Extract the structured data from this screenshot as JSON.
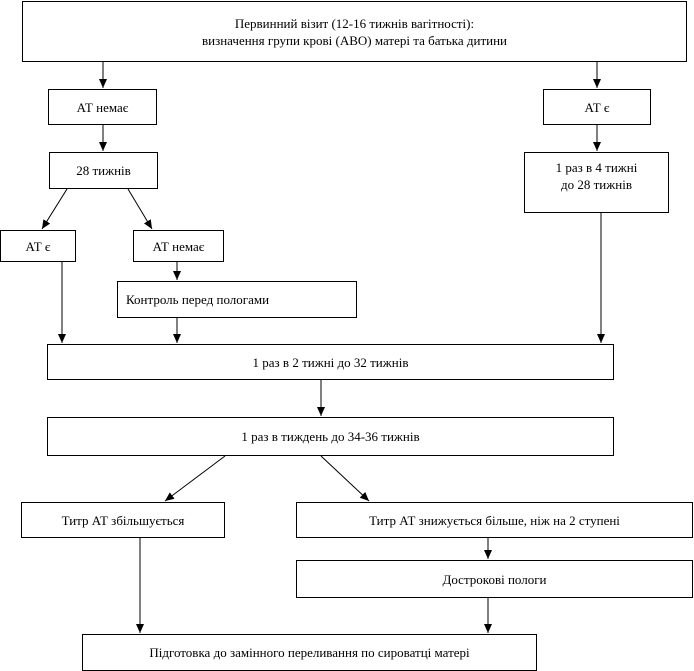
{
  "nodes": {
    "first_visit": {
      "line1": "Первинний візит (12-16 тижнів вагітності):",
      "line2": "визначення групи крові (АВО) матері та батька дитини"
    },
    "at_none_1": "АТ немає",
    "at_yes_1": "АТ є",
    "weeks_28": "28 тижнів",
    "every_4_weeks": {
      "line1": "1 раз в 4 тижні",
      "line2": "до 28 тижнів"
    },
    "at_yes_2": "АТ є",
    "at_none_2": "АТ немає",
    "control_before_birth": "Контроль перед пологами",
    "every_2_weeks": "1 раз в 2 тижні до 32 тижнів",
    "every_week": "1 раз в тиждень до 34-36 тижнів",
    "titer_increases": "Титр АТ збільшується",
    "titer_decreases": "Титр АТ знижується більше, ніж на 2 ступені",
    "early_birth": "Дострокові пологи",
    "transfusion_prep": "Підготовка до замінного переливання по сироватці матері"
  }
}
